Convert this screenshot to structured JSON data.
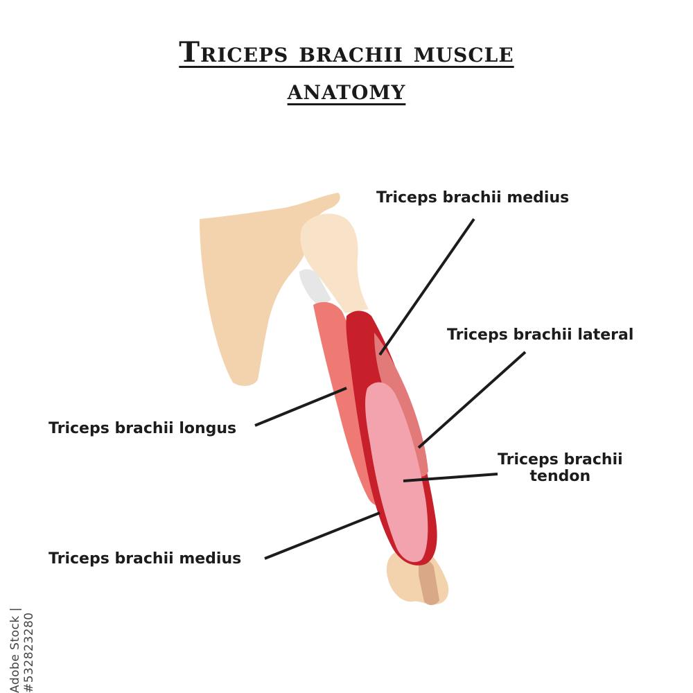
{
  "title": {
    "line1": "Triceps brachii muscle",
    "line2": "anatomy"
  },
  "labels": {
    "medius_top": "Triceps brachii medius",
    "lateral": "Triceps brachii lateral",
    "longus": "Triceps brachii longus",
    "tendon_line1": "Triceps brachii",
    "tendon_line2": "tendon",
    "medius_bottom": "Triceps brachii medius"
  },
  "watermark": "Adobe Stock | #532823280",
  "colors": {
    "bone": "#f3d3ad",
    "bone_light": "#f8e3c8",
    "cartilage": "#e6e6e6",
    "muscle_longus": "#ef7a74",
    "muscle_dark": "#c8202a",
    "muscle_lateral": "#e27a7a",
    "tendon": "#f3a3ae",
    "leader_line": "#1c1c1c"
  }
}
